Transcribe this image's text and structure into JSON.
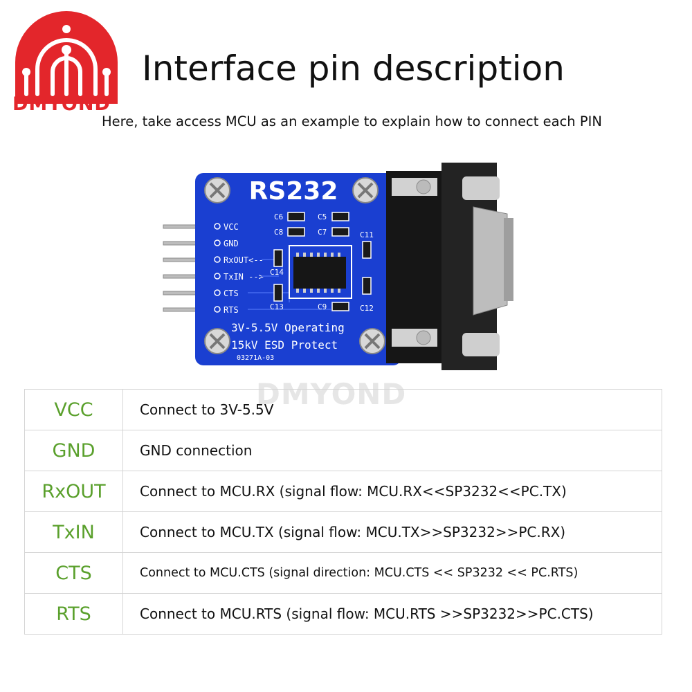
{
  "brand": {
    "logo_text": "DMYOND",
    "logo_color": "#e3262b",
    "watermark_text": "DMYOND"
  },
  "header": {
    "title": "Interface pin description",
    "subtitle": "Here, take access MCU as an example to explain how to connect each PIN"
  },
  "board": {
    "title": "RS232",
    "pins": [
      "VCC",
      "GND",
      "RxOUT<--",
      "TxIN -->",
      "CTS",
      "RTS"
    ],
    "caps": [
      "C6",
      "C5",
      "C8",
      "C7",
      "C11",
      "C14",
      "C13",
      "C9",
      "C12"
    ],
    "line1": "3V-5.5V Operating",
    "line2": "15kV ESD Protect",
    "part_no": "03271A-03",
    "board_color": "#1a3fd1"
  },
  "pin_table": {
    "rows": [
      {
        "pin": "VCC",
        "desc": "Connect to 3V-5.5V"
      },
      {
        "pin": "GND",
        "desc": "GND connection"
      },
      {
        "pin": "RxOUT",
        "desc": "Connect to MCU.RX (signal flow: MCU.RX<<SP3232<<PC.TX)"
      },
      {
        "pin": "TxIN",
        "desc": "Connect to MCU.TX (signal flow: MCU.TX>>SP3232>>PC.RX)"
      },
      {
        "pin": "CTS",
        "desc": "Connect to MCU.CTS (signal direction: MCU.CTS << SP3232 << PC.RTS)"
      },
      {
        "pin": "RTS",
        "desc": "Connect to MCU.RTS (signal flow: MCU.RTS >>SP3232>>PC.CTS)"
      }
    ],
    "pin_color": "#5aa02c"
  }
}
